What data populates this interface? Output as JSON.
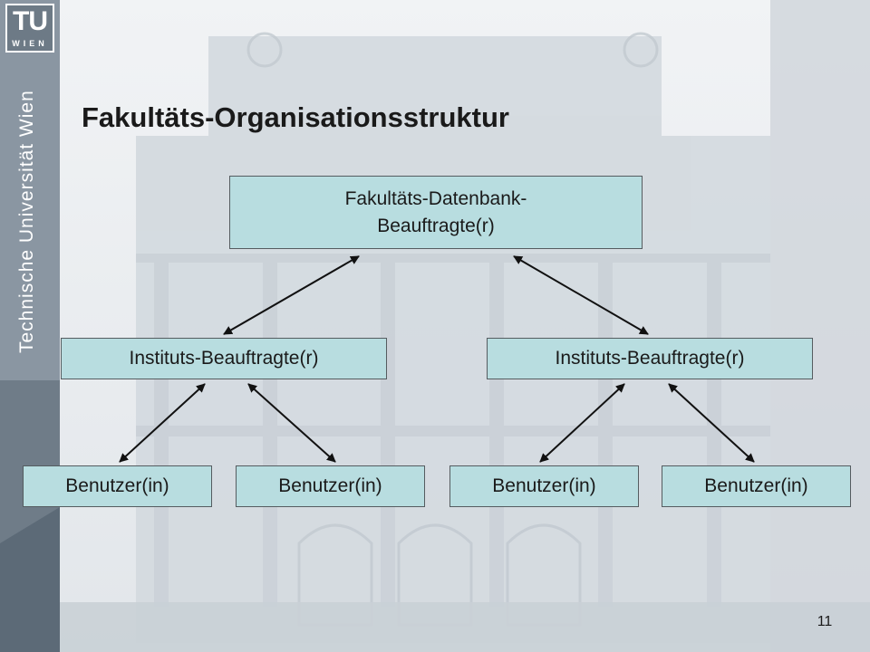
{
  "logo": {
    "tu": "TU",
    "wien": "WIEN"
  },
  "university_name": "Technische Universität Wien",
  "title": "Fakultäts-Organisationsstruktur",
  "nodes": {
    "top": {
      "line1": "Fakultäts-Datenbank-",
      "line2": "Beauftragte(r)"
    },
    "inst_left": "Instituts-Beauftragte(r)",
    "inst_right": "Instituts-Beauftragte(r)",
    "users": [
      "Benutzer(in)",
      "Benutzer(in)",
      "Benutzer(in)",
      "Benutzer(in)"
    ]
  },
  "colors": {
    "node_fill": "#b8dde0",
    "node_border": "#555c60",
    "arrow": "#111111",
    "sidebar": "#8a96a2"
  },
  "page_number": "11"
}
